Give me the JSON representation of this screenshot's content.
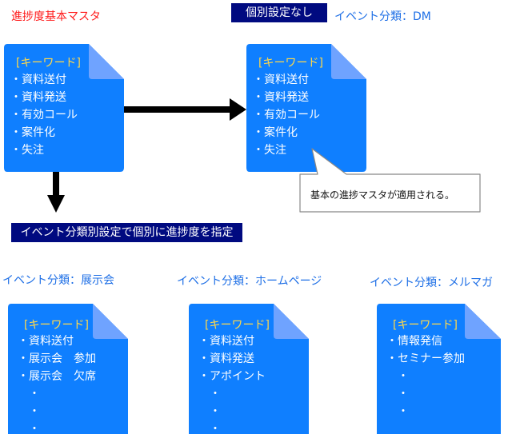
{
  "title": "進捗度基本マスタ",
  "no_custom_label": "個別設定なし",
  "top_event_label": "イベント分類：DM",
  "callout": "基本の進捗マスタが適用される。",
  "custom_setting_label": "イベント分類別設定で個別に進捗度を指定",
  "keyword_header": "[キーワード]",
  "docs": {
    "master": [
      "・資料送付",
      "・資料発送",
      "・有効コール",
      "・案件化",
      "・失注"
    ],
    "dm": [
      "・資料送付",
      "・資料発送",
      "・有効コール",
      "・案件化",
      "・失注"
    ],
    "exhibition": [
      "・資料送付",
      "・展示会　参加",
      "・展示会　欠席",
      "　・",
      "　・",
      "　・"
    ],
    "homepage": [
      "・資料送付",
      "・資料発送",
      "・アポイント",
      "　・",
      "　・",
      "　・"
    ],
    "mailmag": [
      "・情報発信",
      "・セミナー参加",
      "　・",
      "　・",
      "　・"
    ]
  },
  "event_labels": {
    "exhibition": "イベント分類：展示会",
    "homepage": "イベント分類：ホームページ",
    "mailmag": "イベント分類：メルマガ"
  },
  "colors": {
    "doc_fill": "#0f7fff",
    "doc_fold": "#6fa3ff",
    "keyword": "#ffd84a",
    "title": "#ff1a1a",
    "label": "#1e6fe6",
    "navy": "#000a80"
  }
}
